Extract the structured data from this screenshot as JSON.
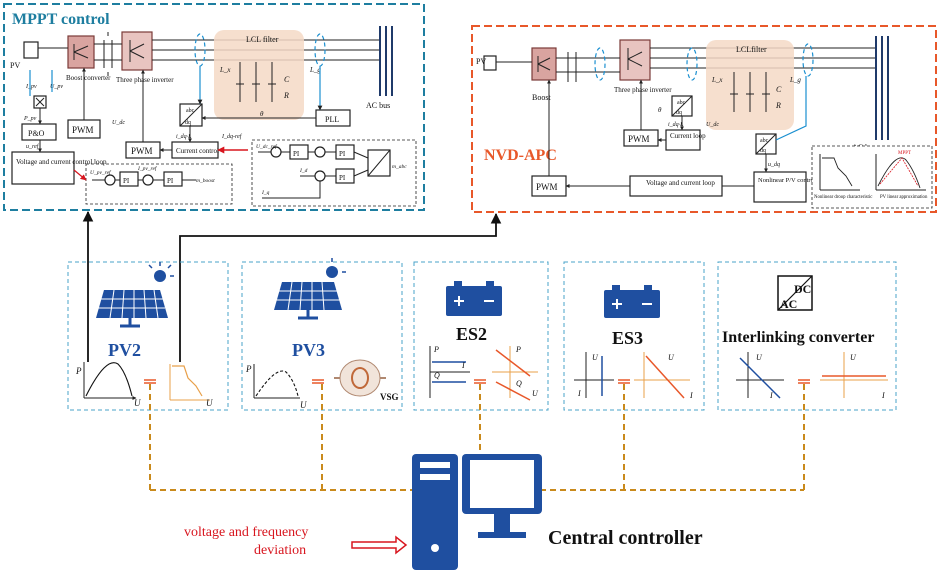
{
  "mppt_panel": {
    "title": "MPPT control",
    "pv": "PV",
    "boost": "Boost converter",
    "inverter": "Three phase inverter",
    "lcl": "LCL filter",
    "ac_bus": "AC bus",
    "pll": "PLL",
    "pwm1": "PWM",
    "pwm2": "PWM",
    "po": "P&O",
    "vc_loop": "Voltage and current control loop",
    "current_control": "Current control",
    "pi": "PI",
    "abc": "abc",
    "dq": "dq",
    "idq_l": "i_dq·L",
    "ldc": "U_dc",
    "ids_ref": "I_dq-ref",
    "theta": "θ",
    "c": "C",
    "r": "R",
    "lx": "L_x",
    "lg": "L_g",
    "ipv": "I_pv",
    "upv": "U_pv",
    "upv_ref": "U_pv_ref",
    "ipv_ref": "I_pv_ref",
    "mboost": "m_boost",
    "mabc": "m_abc",
    "uref": "u_ref",
    "ppv": "P_pv",
    "udc_ref": "U_dc_ref",
    "id": "I_d",
    "iq": "I_q"
  },
  "nvd_panel": {
    "title": "NVD-APC",
    "pv": "PV",
    "boost": "Boost",
    "inverter": "Three phase inverter",
    "lcl": "LCLfilter",
    "ac_bus": "AC bus",
    "pwm1": "PWM",
    "pwm2": "PWM",
    "current_loop": "Current loop",
    "vc_loop": "Voltage and current loop",
    "nonlinear": "Nonlinear P/V control",
    "abc": "abc",
    "dq": "dq",
    "idq_l": "i_dq·L",
    "udc": "U_dc",
    "udq": "u_dq",
    "theta": "θ",
    "c": "C",
    "r": "R",
    "lx": "L_x",
    "lg": "L_g",
    "inset1": "Nonlinear droop characteristic",
    "inset2": "PV linear approximation",
    "mppt": "MPPT"
  },
  "units": [
    {
      "label": "PV2"
    },
    {
      "label": "PV3",
      "extra": "VSG"
    },
    {
      "label": "ES2"
    },
    {
      "label": "ES3"
    },
    {
      "label": "Interlinking converter",
      "dc": "DC",
      "ac": "AC"
    }
  ],
  "axes": {
    "p": "P",
    "u": "U",
    "q": "Q",
    "i": "I"
  },
  "controller": {
    "label": "Central controller"
  },
  "deviation": {
    "line1": "voltage and frequency",
    "line2": "deviation"
  },
  "colors": {
    "teal": "#1e7ea0",
    "orange": "#e8582a",
    "blue_icon": "#1f4fa0",
    "dashed_orange": "#c98a1c",
    "red_text": "#d8161f"
  }
}
